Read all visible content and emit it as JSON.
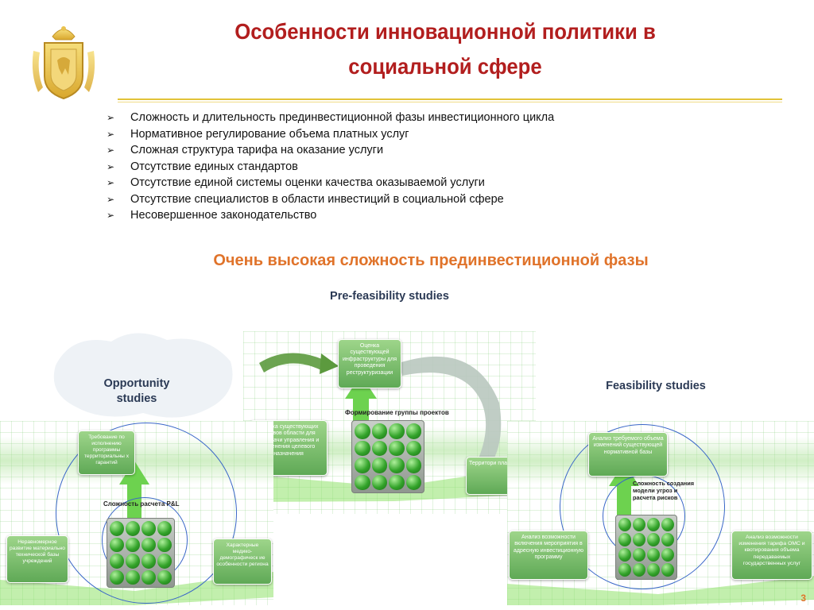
{
  "slide": {
    "title_line1": "Особенности инновационной политики в",
    "title_line2": "социальной сфере",
    "bullets": [
      "Сложность и длительность прединвестиционной фазы инвестиционного цикла",
      "Нормативное регулирование объема платных услуг",
      "Сложная структура тарифа на оказание услуги",
      "Отсутствие единых стандартов",
      "Отсутствие единой системы оценки качества оказываемой услуги",
      "Отсутствие специалистов в области инвестиций в социальной сфере",
      "Несовершенное законодательство"
    ],
    "subheading": "Очень высокая сложность прединвестиционной фазы",
    "page_number": "3"
  },
  "stages": {
    "pre_feasibility": "Pre-feasibility studies",
    "opportunity_line1": "Opportunity",
    "opportunity_line2": "studies",
    "feasibility": "Feasibility studies"
  },
  "left_panel": {
    "top_box": "Требование по исполнению программы территориальны х гарантий",
    "center_label": "Сложность расчета P&L",
    "left_box": "Неравномерное развитие материально технической базы учреждений",
    "right_box": "Характерные медико-демографическ ие особенности региона"
  },
  "center_panel": {
    "top_box": "Оценка существующей инфраструктуры для проведения реструктуризации",
    "center_label": "Формирование группы проектов",
    "left_box": "Оценка существующих активов области для передачи управления и изменения целевого назначения",
    "right_box": "Территори планиров"
  },
  "right_panel": {
    "top_box": "Анализ требуемого объема изменений существующей нормативной базы",
    "center_label": "Сложность создания модели угроз и расчета рисков",
    "left_box": "Анализ возможности включения мероприятия в адресную инвестиционную программу",
    "right_box": "Анализ возможности изменения тарифа ОМС и квотирования объема передаваемых государственных услуг"
  },
  "colors": {
    "title": "#b21e1e",
    "accent_orange": "#e0732a",
    "rule_gold": "#e2c338",
    "box_green": "#6ab35e",
    "circle_blue": "#3a67c8",
    "arrow_green": "#6dd24f"
  }
}
